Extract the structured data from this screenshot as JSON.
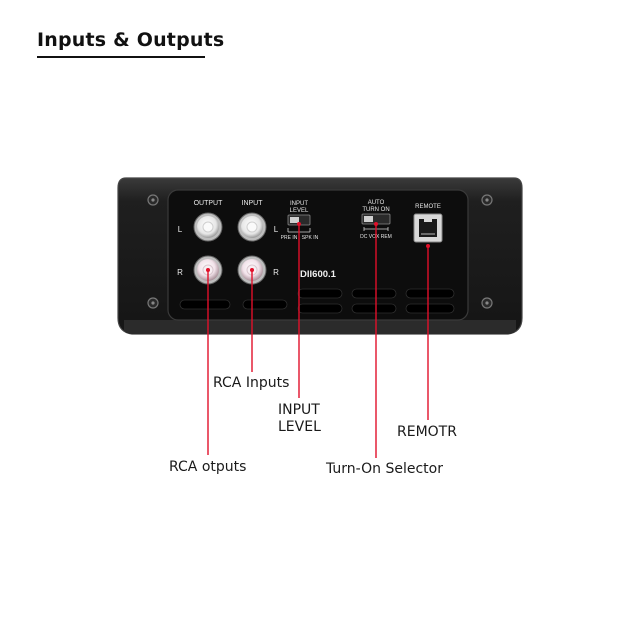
{
  "heading": "Inputs & Outputs",
  "panel": {
    "output_label": "OUTPUT",
    "input_label": "INPUT",
    "channel_left": "L",
    "channel_right": "R",
    "input_level_line1": "INPUT",
    "input_level_line2": "LEVEL",
    "pre_in": "PRE IN",
    "spk_in": "SPK IN",
    "auto_line1": "AUTO",
    "auto_line2": "TURN ON",
    "turn_on_options": "DC VOX REM",
    "remote_label": "REMOTE",
    "model": "DII600.1"
  },
  "callouts": {
    "rca_inputs": "RCA Inputs",
    "input_level_line1": "INPUT",
    "input_level_line2": "LEVEL",
    "remote": "REMOTR",
    "rca_outputs": "RCA otputs",
    "turn_on_selector": "Turn-On Selector"
  },
  "colors": {
    "callout_line": "#e0102a",
    "chassis": "#1c1c1c",
    "panel": "#0e0e0e",
    "rca_white": "#f2f2f2",
    "rca_red_ring": "#f0e4e8"
  }
}
